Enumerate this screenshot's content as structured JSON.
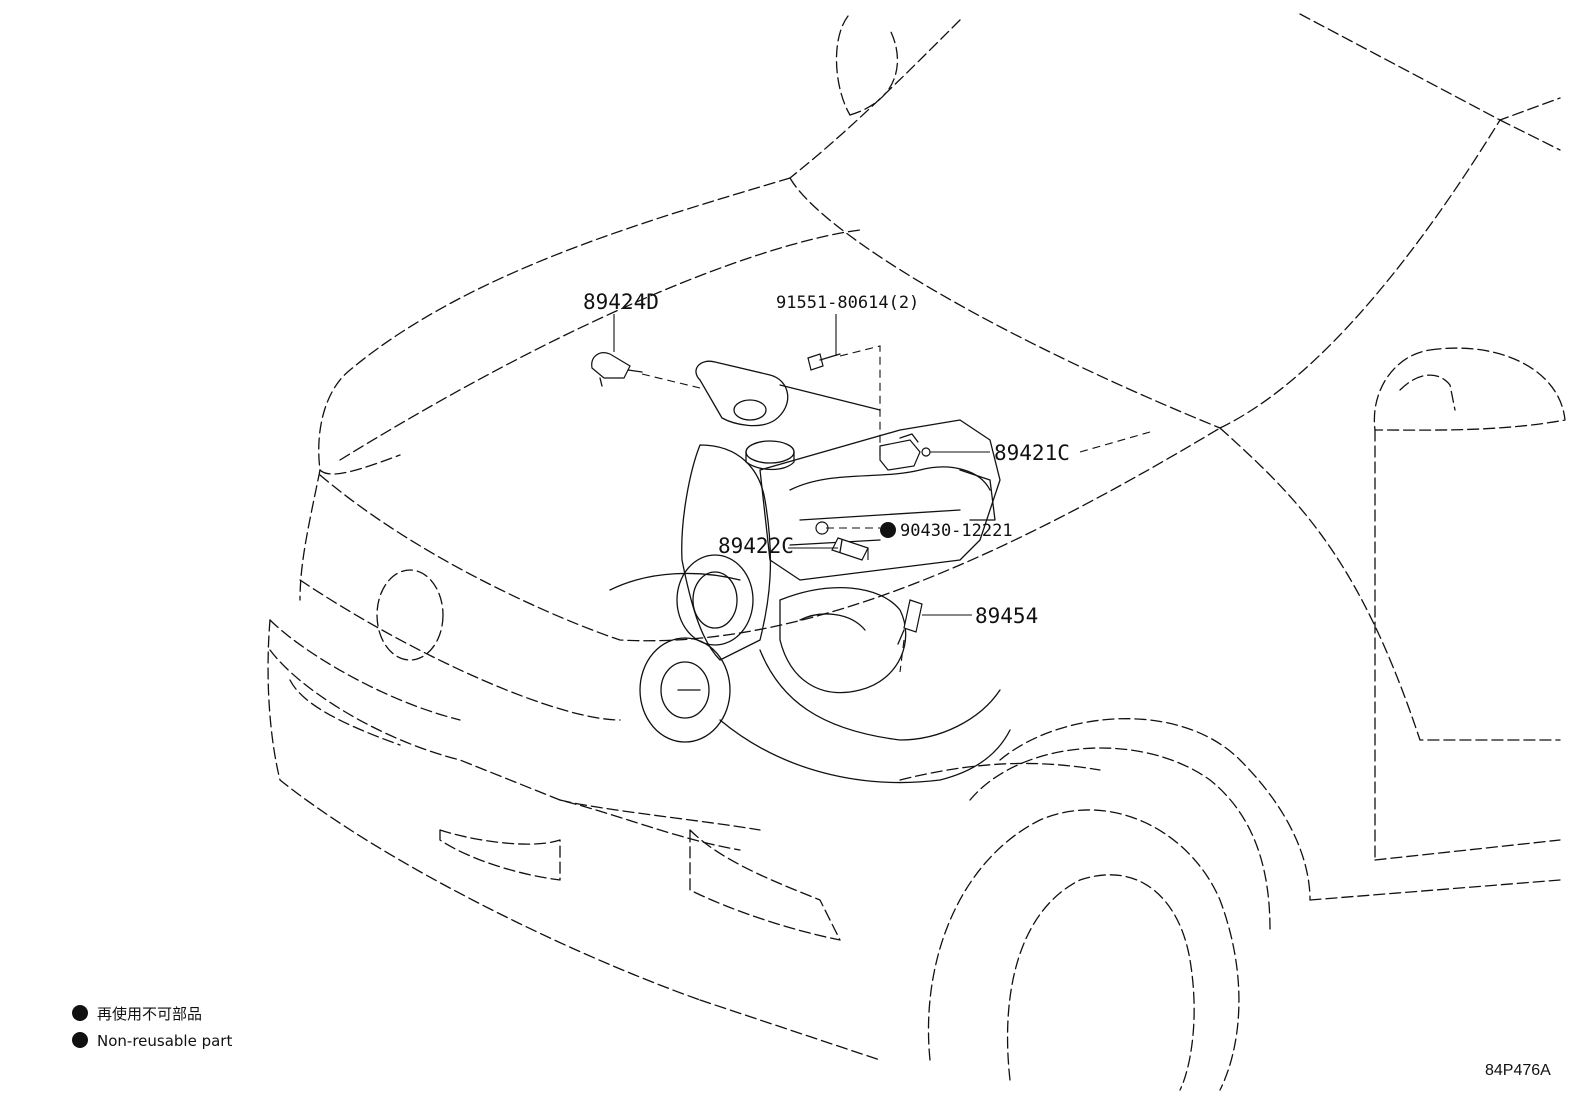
{
  "callouts": {
    "p89424D": "89424D",
    "p91551": "91551-80614(2)",
    "p89421C": "89421C",
    "p90430": "90430-12221",
    "p89422C": "89422C",
    "p89454": "89454"
  },
  "legend": {
    "line_jp": "再使用不可部品",
    "line_en": "Non-reusable part"
  },
  "diagram_code": "84P476A"
}
